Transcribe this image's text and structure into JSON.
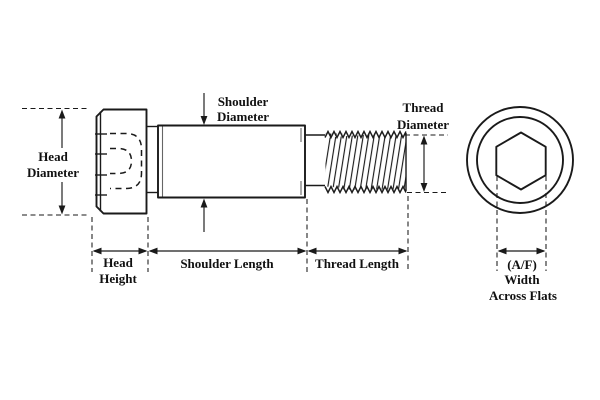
{
  "colors": {
    "line": "#1a1a1a",
    "text": "#111111",
    "background": "#ffffff"
  },
  "diagram": {
    "type": "engineering-dimension-drawing",
    "subject": "socket head shoulder screw"
  },
  "labels": {
    "head_diameter": {
      "line1": "Head",
      "line2": "Diameter"
    },
    "shoulder_diameter": {
      "line1": "Shoulder",
      "line2": "Diameter"
    },
    "thread_diameter": {
      "line1": "Thread",
      "line2": "Diameter"
    },
    "head_height": {
      "line1": "Head",
      "line2": "Height"
    },
    "shoulder_length": {
      "line1": "Shoulder Length"
    },
    "thread_length": {
      "line1": "Thread Length"
    },
    "width_across_flats": {
      "line1": "(A/F)",
      "line2": "Width",
      "line3": "Across Flats"
    }
  }
}
